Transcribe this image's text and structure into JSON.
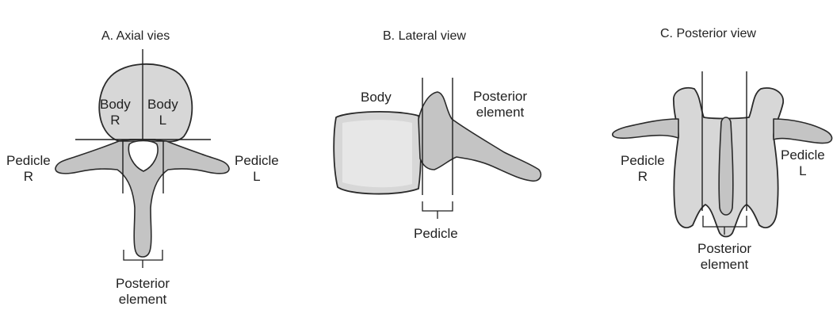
{
  "panels": {
    "axial": {
      "title": "A. Axial vies",
      "body_r_1": "Body",
      "body_r_2": "R",
      "body_l_1": "Body",
      "body_l_2": "L",
      "pedicle_r_1": "Pedicle",
      "pedicle_r_2": "R",
      "pedicle_l_1": "Pedicle",
      "pedicle_l_2": "L",
      "posterior_1": "Posterior",
      "posterior_2": "element"
    },
    "lateral": {
      "title": "B. Lateral view",
      "body": "Body",
      "posterior_1": "Posterior",
      "posterior_2": "element",
      "pedicle": "Pedicle"
    },
    "posterior": {
      "title": "C. Posterior view",
      "pedicle_r_1": "Pedicle",
      "pedicle_r_2": "R",
      "pedicle_l_1": "Pedicle",
      "pedicle_l_2": "L",
      "posterior_1": "Posterior",
      "posterior_2": "element"
    }
  },
  "colors": {
    "bone": "#d7d7d7",
    "bone_shadow": "#c4c4c4",
    "line": "#1e1e1e"
  }
}
